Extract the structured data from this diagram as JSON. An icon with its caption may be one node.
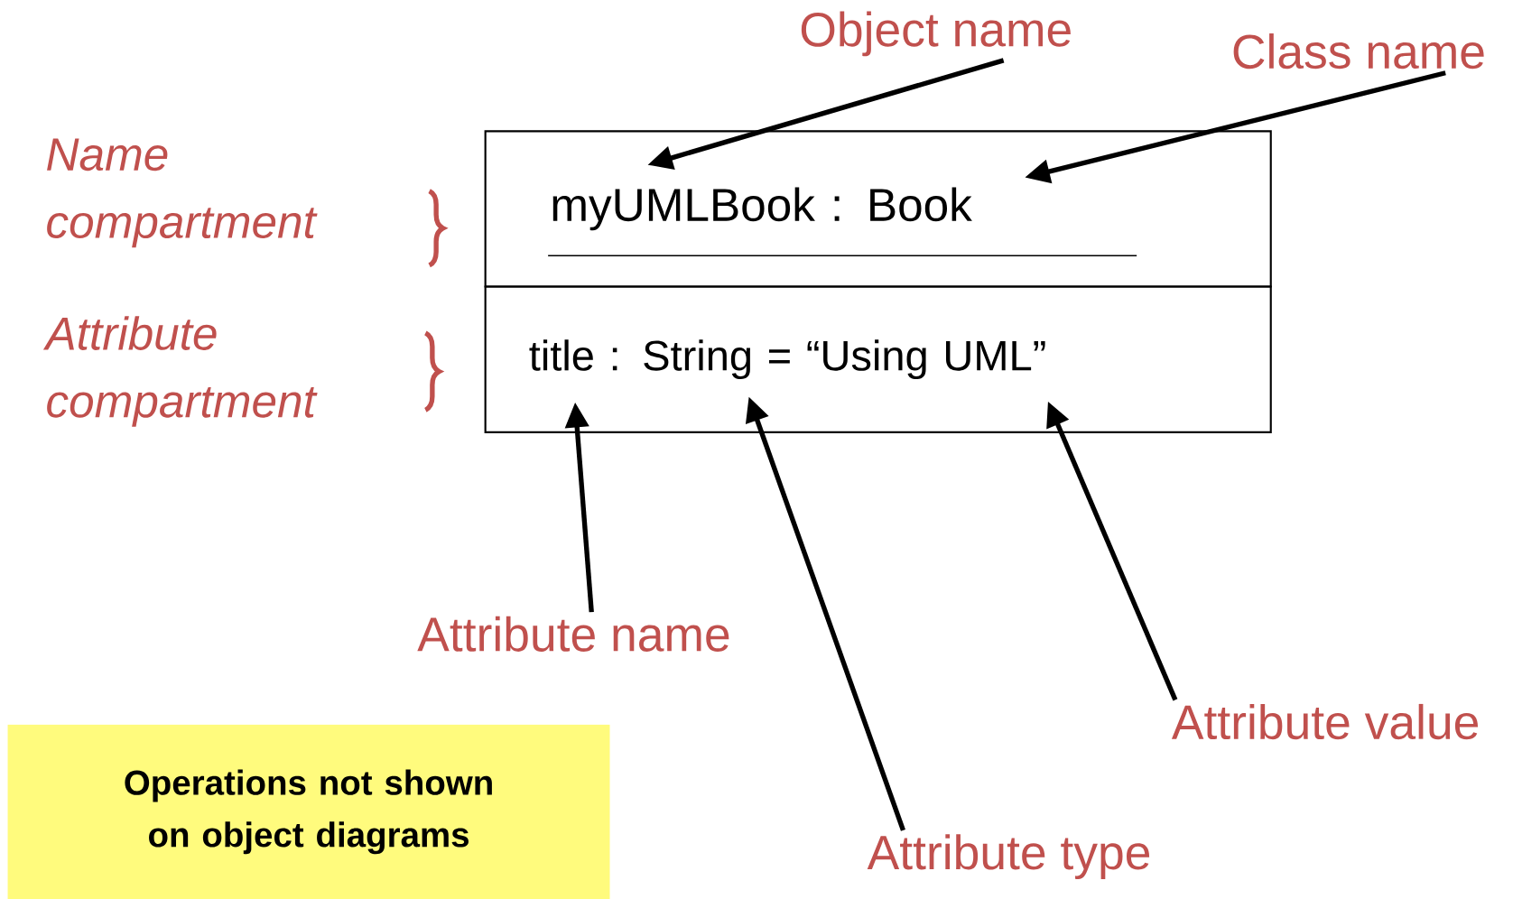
{
  "diagram": {
    "nodes": [
      {
        "text": [
          "myUMLBook : Book"
        ]
      },
      {
        "text": [
          "title : String = “Using UML”"
        ]
      },
      {
        "text": [
          "Object name"
        ]
      },
      {
        "text": [
          "Class name"
        ]
      },
      {
        "text": [
          "Attribute name"
        ]
      },
      {
        "text": [
          "Attribute type"
        ]
      },
      {
        "text": [
          "Attribute value"
        ]
      },
      {
        "text": [
          "Operations not shown on object diagrams"
        ]
      }
    ],
    "edges": [
      {
        "from": 2,
        "to": 0,
        "arrow": "to"
      },
      {
        "from": 3,
        "to": 0,
        "arrow": "to"
      },
      {
        "from": 4,
        "to": 1,
        "arrow": "to"
      },
      {
        "from": 5,
        "to": 1,
        "arrow": "to"
      },
      {
        "from": 6,
        "to": 1,
        "arrow": "to"
      }
    ],
    "labels": [
      "Name compartment",
      "Attribute compartment"
    ]
  }
}
